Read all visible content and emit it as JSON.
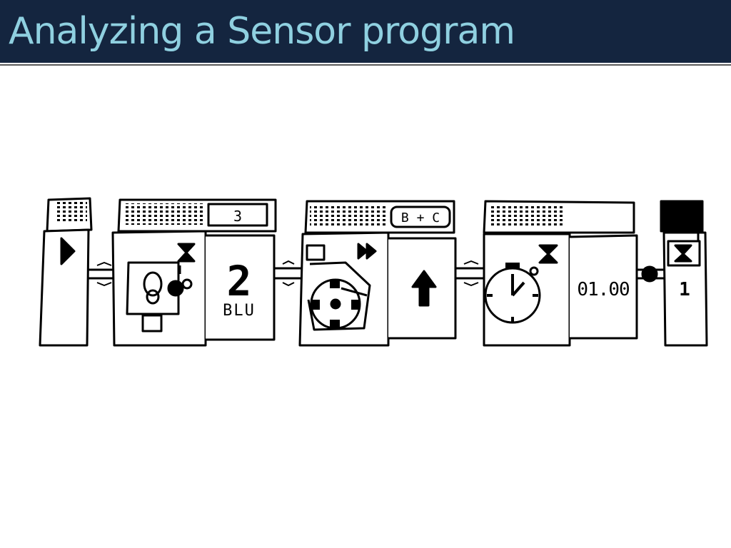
{
  "slide": {
    "title": "Analyzing a Sensor program"
  },
  "program": {
    "blocks": [
      {
        "id": "start",
        "icon": "play-triangle-icon"
      },
      {
        "id": "touch-sensor-wait",
        "port_label": "3",
        "value_label": "2",
        "sub_label": "BLU",
        "icon": "touch-sensor-icon"
      },
      {
        "id": "motor-move",
        "port_label": "B + C",
        "icon": "motor-icon",
        "direction_icon": "up-arrow-icon"
      },
      {
        "id": "timer-wait",
        "value_label": "01.00",
        "icon": "stopwatch-icon"
      },
      {
        "id": "loop-end",
        "value_label": "1",
        "icon": "loop-icon"
      }
    ]
  }
}
